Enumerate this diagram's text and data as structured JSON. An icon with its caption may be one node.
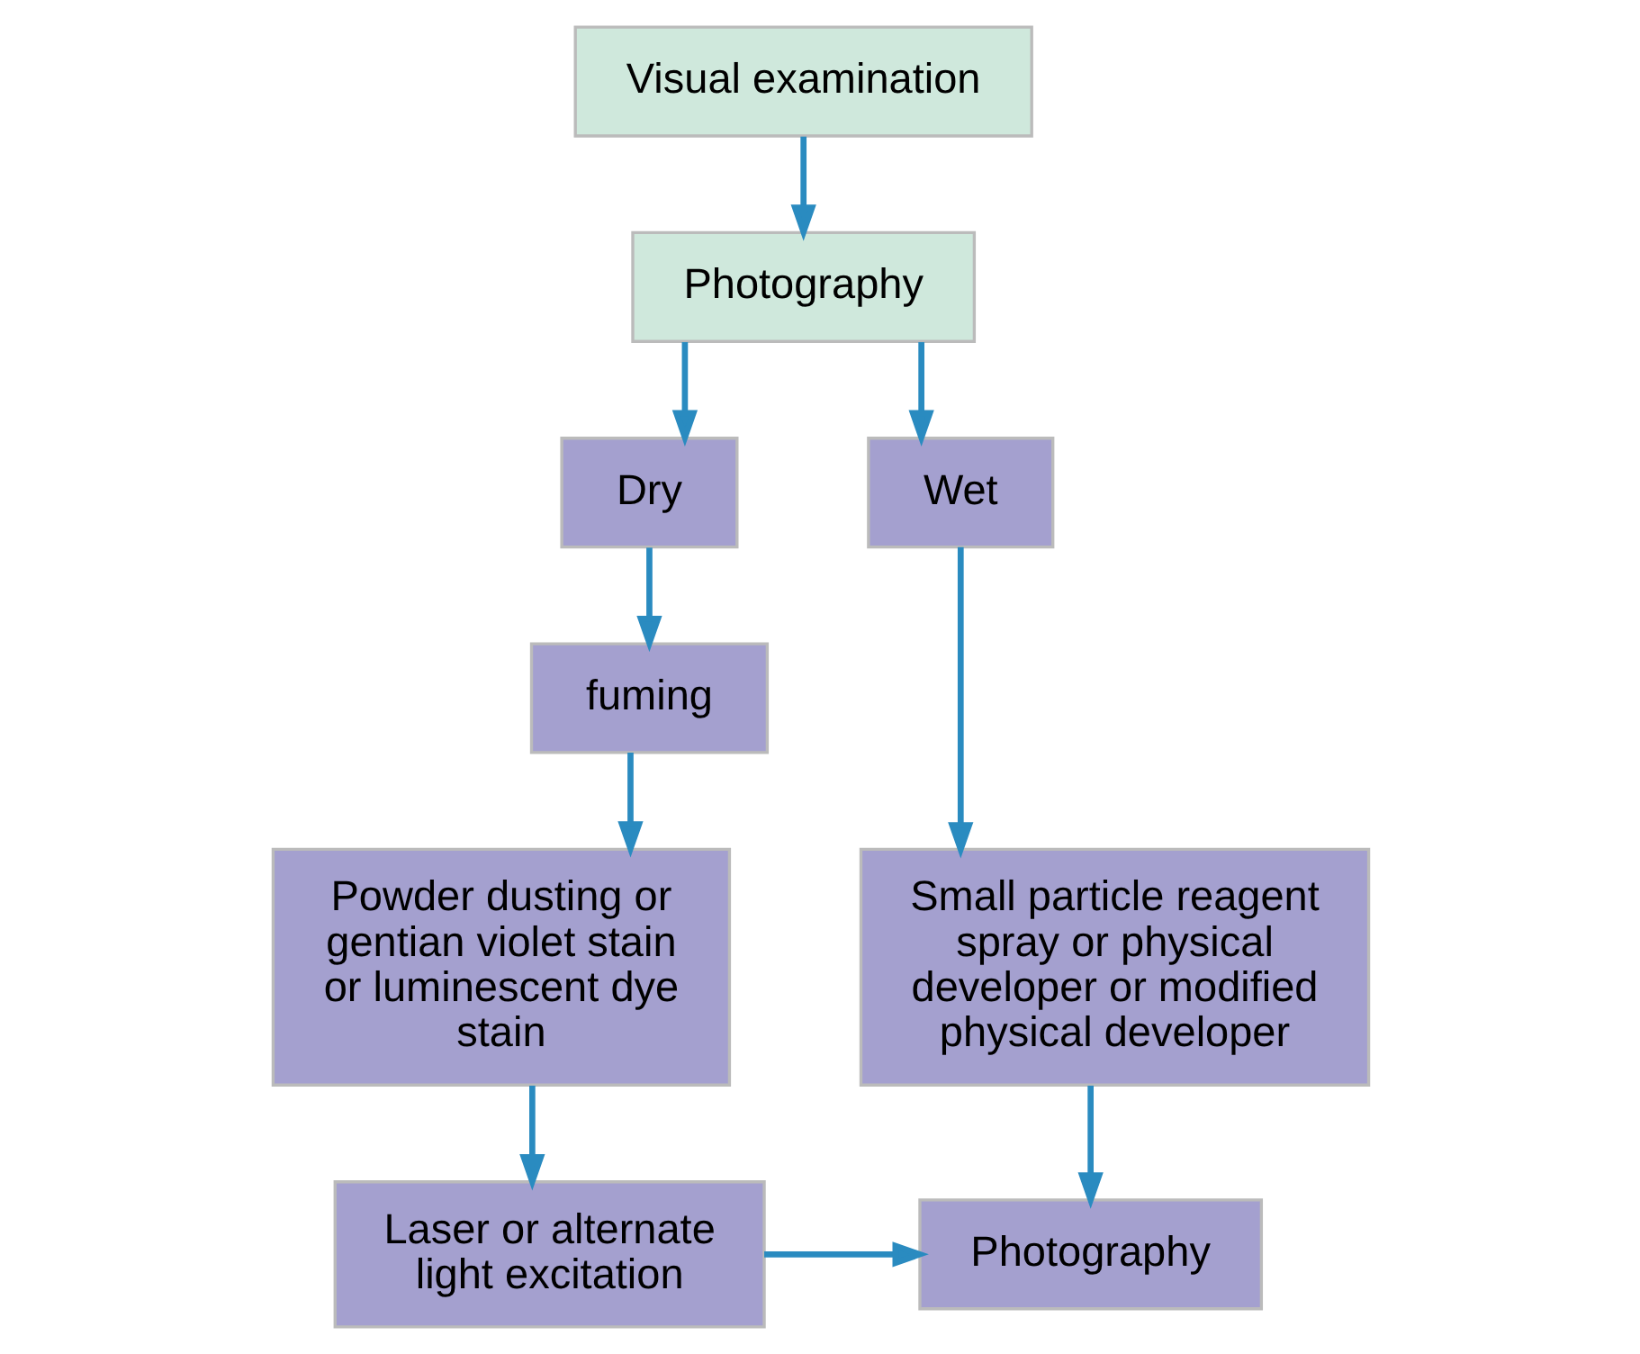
{
  "diagram": {
    "nodes": [
      {
        "text": [
          "Visual examination"
        ]
      },
      {
        "text": [
          "Photography"
        ]
      },
      {
        "text": [
          "Dry"
        ]
      },
      {
        "text": [
          "Wet"
        ]
      },
      {
        "text": [
          "fuming"
        ]
      },
      {
        "text": [
          "Small particle reagent spray or physical developer or modified physical developer"
        ]
      },
      {
        "text": [
          "Powder dusting or gentian violet stain or luminescent dye stain"
        ]
      },
      {
        "text": [
          "Laser or alternate light excitation"
        ]
      },
      {
        "text": [
          "Photography"
        ]
      }
    ],
    "edges": [
      {
        "from": 0,
        "to": 1,
        "arrow": "to"
      },
      {
        "from": 1,
        "to": 2,
        "arrow": "to"
      },
      {
        "from": 1,
        "to": 3,
        "arrow": "to"
      },
      {
        "from": 2,
        "to": 4,
        "arrow": "to"
      },
      {
        "from": 3,
        "to": 5,
        "arrow": "to"
      },
      {
        "from": 4,
        "to": 6,
        "arrow": "to"
      },
      {
        "from": 6,
        "to": 7,
        "arrow": "to"
      },
      {
        "from": 7,
        "to": 8,
        "arrow": "to"
      },
      {
        "from": 5,
        "to": 8,
        "arrow": "to"
      }
    ]
  }
}
